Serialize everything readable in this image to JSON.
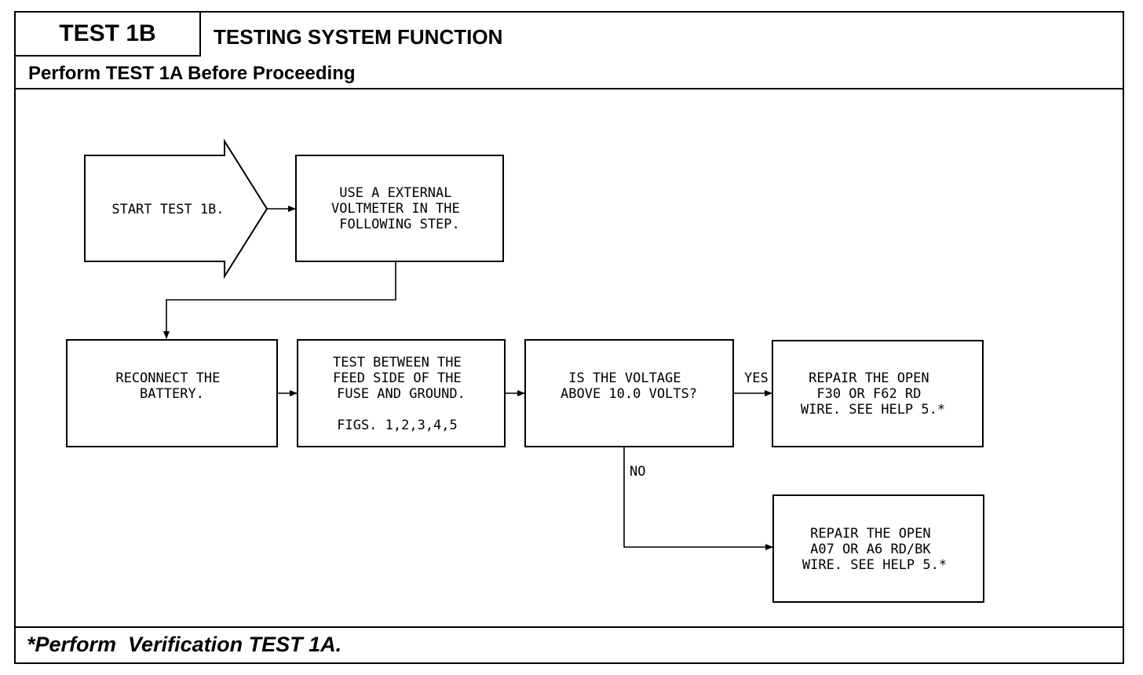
{
  "header": {
    "test_id": "TEST 1B",
    "title": "TESTING SYSTEM FUNCTION",
    "prerequisite": "Perform TEST 1A Before Proceeding"
  },
  "flowchart": {
    "start": "START TEST 1B.",
    "use_voltmeter": [
      "USE A EXTERNAL",
      "VOLTMETER IN THE",
      "FOLLOWING STEP."
    ],
    "reconnect": [
      "RECONNECT THE",
      "BATTERY."
    ],
    "test_between": [
      "TEST BETWEEN THE",
      "FEED SIDE OF THE",
      "FUSE AND GROUND."
    ],
    "figs": "FIGS. 1,2,3,4,5",
    "decision": [
      "IS THE VOLTAGE",
      "ABOVE 10.0 VOLTS?"
    ],
    "yes_label": "YES",
    "no_label": "NO",
    "repair_yes": [
      "REPAIR THE OPEN",
      "F30 OR F62 RD",
      "WIRE. SEE HELP 5.*"
    ],
    "repair_no": [
      "REPAIR THE OPEN",
      "A07 OR A6 RD/BK",
      "WIRE. SEE HELP 5.*"
    ]
  },
  "footer": {
    "note": "*Perform  Verification TEST 1A."
  }
}
